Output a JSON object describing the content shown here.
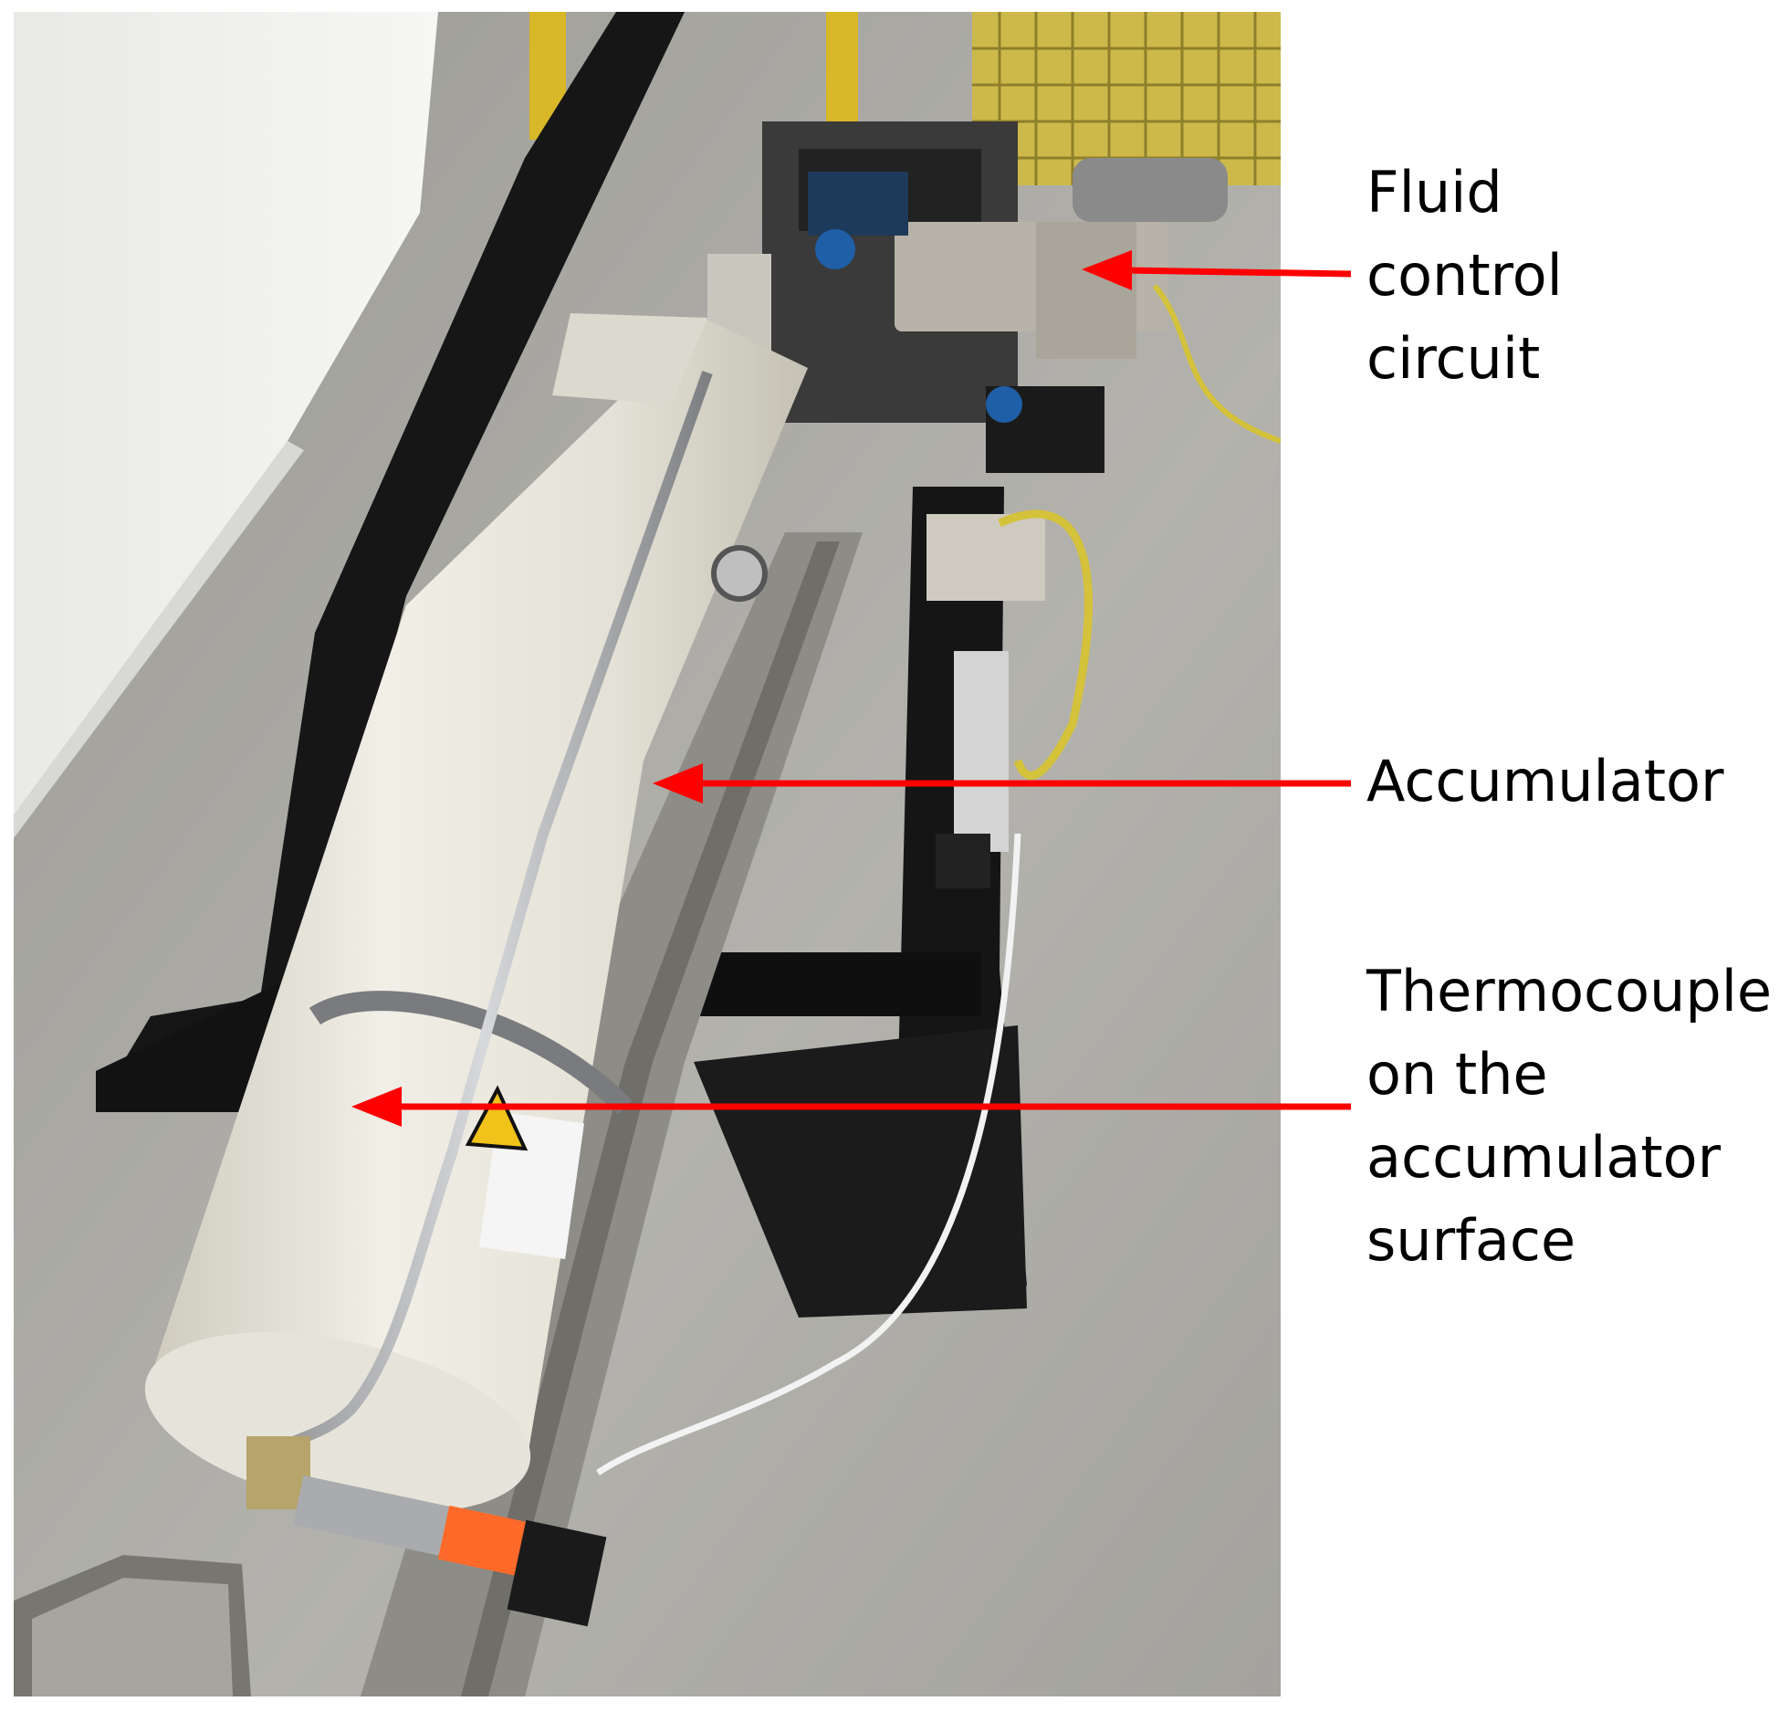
{
  "annotations": {
    "fluid_control": "Fluid\ncontrol\ncircuit",
    "accumulator": "Accumulator",
    "thermocouple": "Thermocouple\non the\naccumulator\nsurface"
  },
  "colors": {
    "arrow": "#ff0000",
    "accumulator_body": "#e9e7dc",
    "floor": "#a7a6a1",
    "frame": "#161616",
    "wall": "#f1f1ee"
  }
}
